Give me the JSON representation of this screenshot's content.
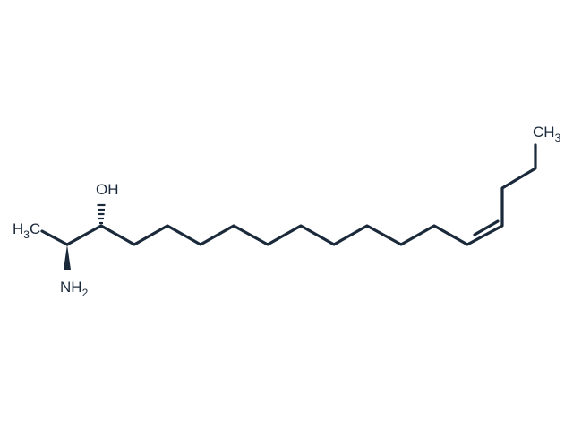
{
  "molecule": {
    "labels": {
      "ch3_left": {
        "main": "H",
        "sub": "3",
        "tail": "C"
      },
      "oh": {
        "main": "OH"
      },
      "nh2": {
        "main": "NH",
        "sub": "2"
      },
      "ch3_right": {
        "main": "CH",
        "sub": "3"
      }
    },
    "colors": {
      "bond": "#1b2a3b",
      "background": "#ffffff"
    }
  }
}
